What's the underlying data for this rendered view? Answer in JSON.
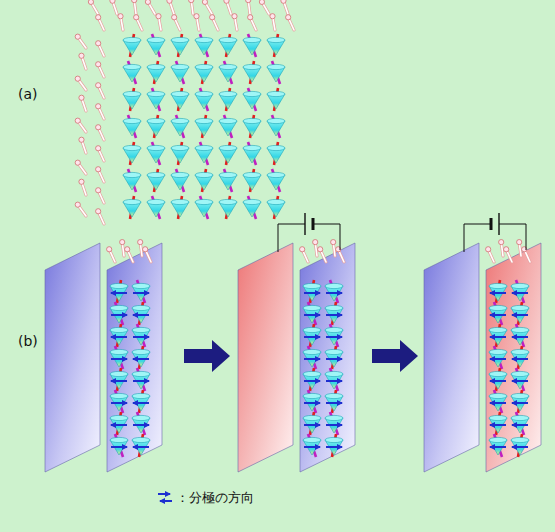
{
  "diagram": {
    "labels": [
      "(a)",
      "(b)"
    ],
    "legend": [
      {
        "text": "：分極の方向"
      }
    ]
  }
}
